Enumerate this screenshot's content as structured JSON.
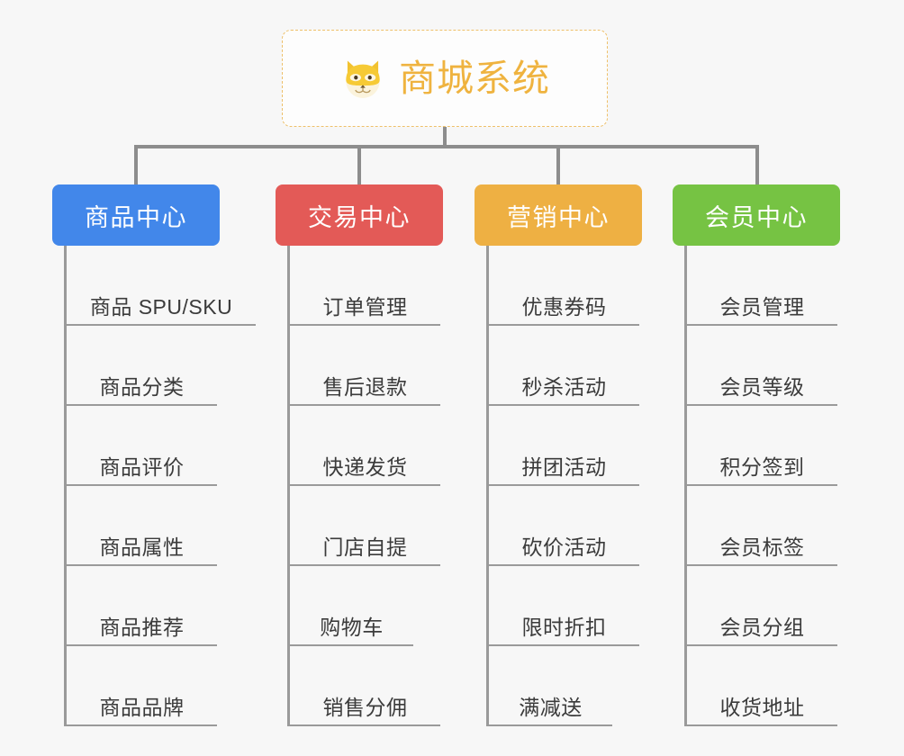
{
  "root": {
    "title": "商城系统",
    "icon": "shiba-dog-icon",
    "accent_color": "#efb33f",
    "border_color": "#eec06a"
  },
  "connector_color": "#8d8d8d",
  "background_color": "#f7f7f7",
  "columns": [
    {
      "label": "商品中心",
      "color": "#4287ea",
      "name": "product-center",
      "items": [
        "商品 SPU/SKU",
        "商品分类",
        "商品评价",
        "商品属性",
        "商品推荐",
        "商品品牌"
      ]
    },
    {
      "label": "交易中心",
      "color": "#e35a57",
      "name": "trade-center",
      "items": [
        "订单管理",
        "售后退款",
        "快递发货",
        "门店自提",
        "购物车",
        "销售分佣"
      ]
    },
    {
      "label": "营销中心",
      "color": "#eeb043",
      "name": "marketing-center",
      "items": [
        "优惠券码",
        "秒杀活动",
        "拼团活动",
        "砍价活动",
        "限时折扣",
        "满减送"
      ]
    },
    {
      "label": "会员中心",
      "color": "#76c343",
      "name": "member-center",
      "items": [
        "会员管理",
        "会员等级",
        "积分签到",
        "会员标签",
        "会员分组",
        "收货地址"
      ]
    }
  ]
}
